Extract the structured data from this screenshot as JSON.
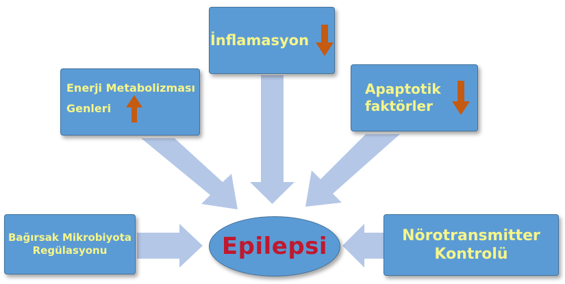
{
  "center": {
    "label": "Epilepsi"
  },
  "boxes": {
    "inflammation": {
      "label": "İnflamasyon",
      "direction": "down"
    },
    "energy": {
      "line1": "Enerji Metabolizması",
      "line2": "Genleri",
      "direction": "up"
    },
    "apoptotic": {
      "line1": "Apaptotik",
      "line2": "faktörler",
      "direction": "down"
    },
    "microbiota": {
      "line1": "Bağırsak Mikrobiyota",
      "line2": "Regülasyonu"
    },
    "neuro": {
      "line1": "Nörotransmitter",
      "line2": "Kontrolü"
    }
  },
  "colors": {
    "box_fill": "#5b9bd5",
    "box_text": "#f5f58a",
    "center_text": "#c0182e",
    "connector": "#b4c7e7",
    "direction_arrow": "#c55a11"
  }
}
